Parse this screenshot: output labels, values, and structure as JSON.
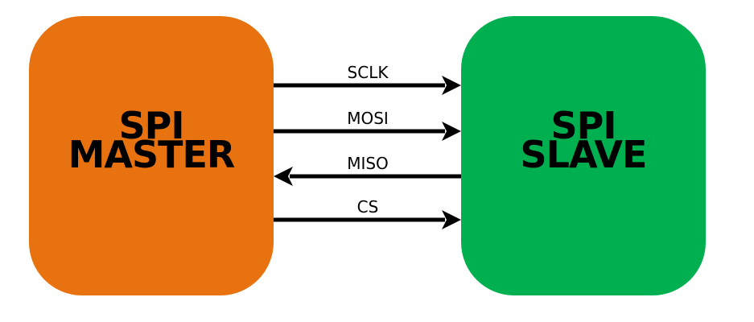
{
  "master": {
    "line1": "SPI",
    "line2": "MASTER",
    "color": "#e8720f"
  },
  "slave": {
    "line1": "SPI",
    "line2": "SLAVE",
    "color": "#00b050"
  },
  "signals": [
    {
      "label": "SCLK",
      "direction": "master-to-slave"
    },
    {
      "label": "MOSI",
      "direction": "master-to-slave"
    },
    {
      "label": "MISO",
      "direction": "slave-to-master"
    },
    {
      "label": "CS",
      "direction": "master-to-slave"
    }
  ]
}
